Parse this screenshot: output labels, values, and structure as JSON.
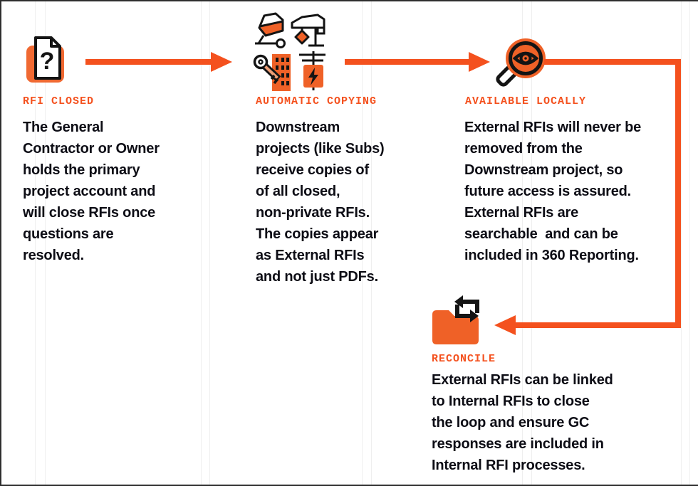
{
  "palette": {
    "accent_orange": "#f4511e",
    "icon_orange": "#ef6127",
    "text_color": "#0d0d15",
    "guide_color": "#efefef",
    "border_color": "#2e2e2e"
  },
  "steps": [
    {
      "label": "RFI CLOSED",
      "icon": "document-question-icon",
      "text": "The General\nContractor or Owner\nholds the primary\nproject account and\nwill close RFIs once\nquestions are\nresolved."
    },
    {
      "label": "AUTOMATIC COPYING",
      "icon": "construction-equipment-icons",
      "text": "Downstream\nprojects (like Subs)\nreceive copies of\nof all closed,\nnon-private RFIs.\nThe copies appear\nas External RFIs\nand not just PDFs."
    },
    {
      "label": "AVAILABLE LOCALLY",
      "icon": "magnifier-eye-icon",
      "text": "External RFIs will never be\nremoved from the\nDownstream project, so\nfuture access is assured.\nExternal RFIs are\nsearchable  and can be\nincluded in 360 Reporting."
    },
    {
      "label": "RECONCILE",
      "icon": "folder-sync-icon",
      "text": "External RFIs can be linked\nto Internal RFIs to close\nthe loop and ensure GC\nresponses are included in\nInternal RFI processes."
    }
  ]
}
